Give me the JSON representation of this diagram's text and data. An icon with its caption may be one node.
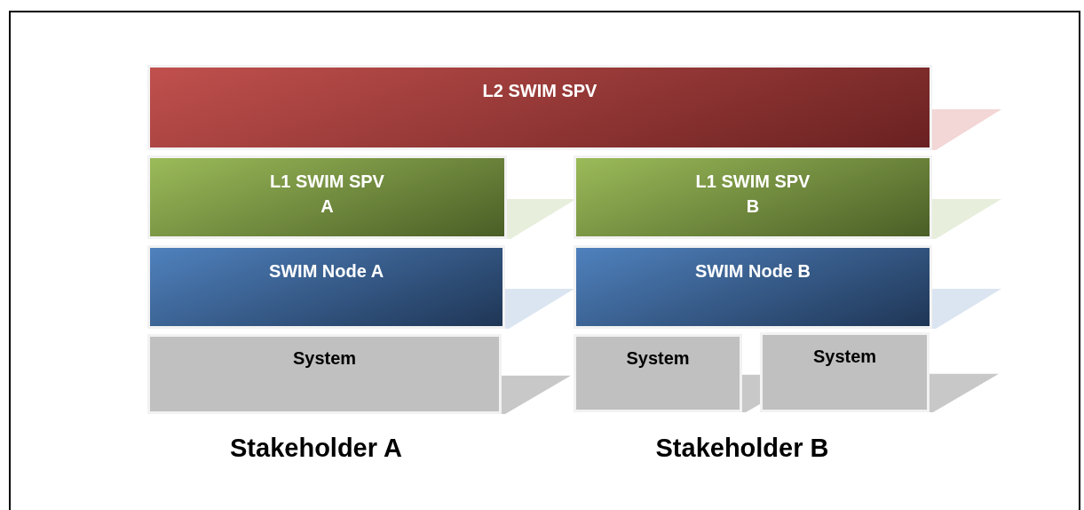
{
  "diagram": {
    "nodes": [
      {
        "text": [
          "L2 SWIM SPV"
        ]
      },
      {
        "text": [
          "L1 SWIM SPV A"
        ]
      },
      {
        "text": [
          "L1 SWIM SPV B"
        ]
      },
      {
        "text": [
          "SWIM Node A"
        ]
      },
      {
        "text": [
          "SWIM Node B"
        ]
      },
      {
        "text": [
          "System"
        ]
      },
      {
        "text": [
          "System"
        ]
      },
      {
        "text": [
          "System"
        ]
      }
    ],
    "labels": [
      "Stakeholder A",
      "Stakeholder B"
    ]
  }
}
